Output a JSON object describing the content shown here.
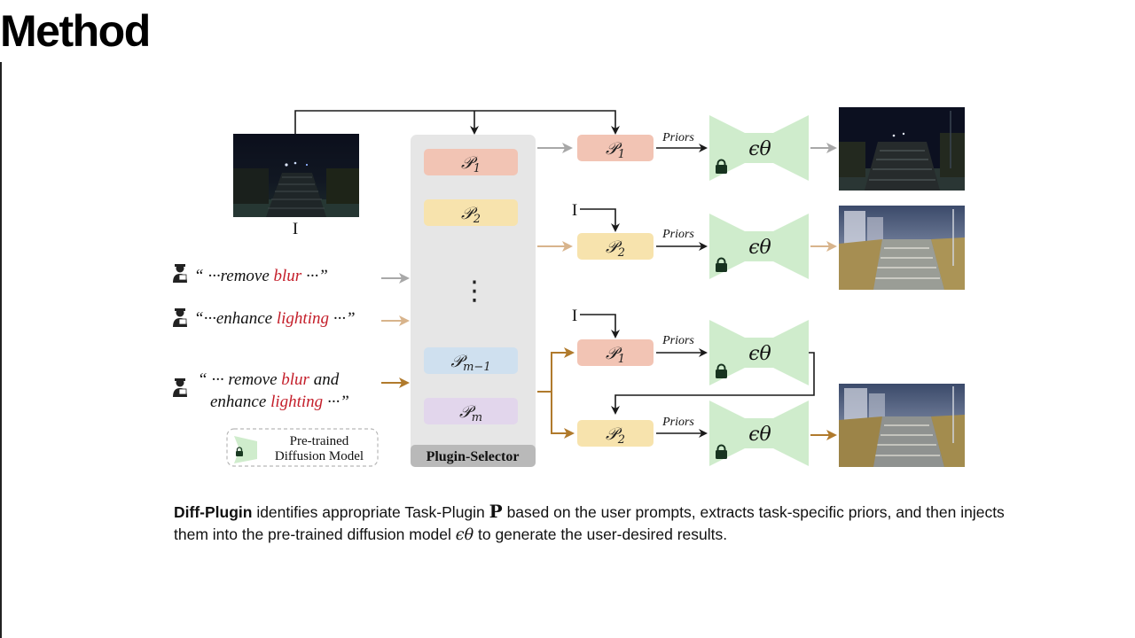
{
  "page": {
    "title": "Method"
  },
  "diagram": {
    "input_label": "I",
    "selector_label": "Plugin-Selector",
    "plugins": [
      {
        "symbol": "𝒫",
        "sub": "1",
        "color": "#f2c4b4"
      },
      {
        "symbol": "𝒫",
        "sub": "2",
        "color": "#f7e3ad"
      },
      {
        "symbol": "𝒫",
        "sub": "m−1",
        "color": "#cfe0ef"
      },
      {
        "symbol": "𝒫",
        "sub": "m",
        "color": "#e2d6ec"
      }
    ],
    "dots": "⋮",
    "prompts": [
      {
        "open": "“ ···remove ",
        "key": "blur",
        "close": " ···”"
      },
      {
        "open": "“···enhance ",
        "key": "lighting",
        "close": " ···”"
      },
      {
        "line1_open": "“ ··· remove ",
        "line1_key": "blur",
        "line1_close": " and",
        "line2_open": "enhance ",
        "line2_key": "lighting",
        "line2_close": " ···”"
      }
    ],
    "priors_label": "Priors",
    "epsilon": "ϵθ",
    "legend": {
      "line1": "Pre-trained",
      "line2": "Diffusion Model"
    },
    "colors": {
      "arrow_dark": "#1a1a1a",
      "arrow_gray": "#a8a8a8",
      "arrow_tan": "#d8b48c",
      "arrow_brown": "#b07a2c",
      "keyword_red": "#c41e2a",
      "diffusion_green": "#cfeccc",
      "selector_gray": "#e6e6e6"
    }
  },
  "caption": {
    "name": "Diff-Plugin",
    "part1": " identifies appropriate Task-Plugin ",
    "symbol_P": "P",
    "part2": " based on the user prompts, extracts task-specific priors, and then injects them into the pre-trained diffusion model ",
    "symbol_eps": "ϵθ",
    "part3": " to generate the user-desired results."
  }
}
